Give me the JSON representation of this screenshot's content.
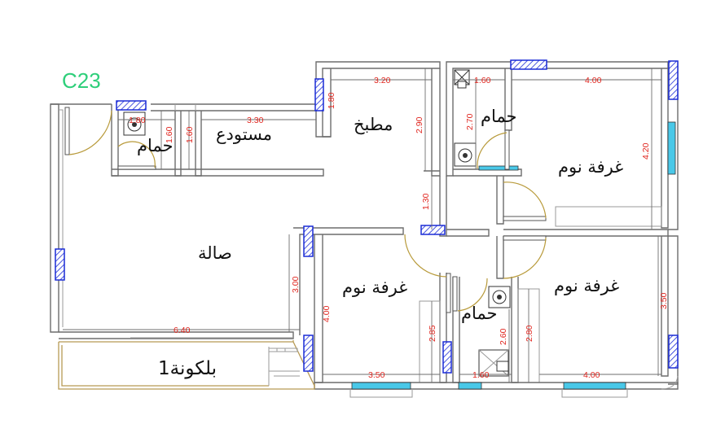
{
  "unit_code": "C23",
  "colors": {
    "unit_code": "#2ecf7a",
    "dimension_text": "#e0261f",
    "window_hatch": "#1a2bd6",
    "window_glass": "#49c8e8",
    "door_swing": "#b89a3a",
    "wall": "#6d6d6d"
  },
  "rooms": {
    "bathroom_west": "حمام",
    "storage": "مستودع",
    "kitchen": "مطبخ",
    "bathroom_north": "حمام",
    "bedroom_northeast": "غرفة نوم",
    "living": "صالة",
    "bedroom_middle": "غرفة نوم",
    "bathroom_south": "حمام",
    "bedroom_southeast": "غرفة نوم",
    "balcony": "بلكونة1"
  },
  "dimensions": {
    "bath_west_width": "1.80",
    "storage_width": "3.30",
    "bath_west_height": "1.60",
    "storage_height": "1.60",
    "kitchen_width": "3.20",
    "kitchen_height": "1.80",
    "kitchen_depth": "2.90",
    "bath_north_width": "1.60",
    "bath_north_height": "2.70",
    "bedroom_ne_width": "4.00",
    "bedroom_ne_height": "4.20",
    "corridor_width": "1.30",
    "living_width": "6.40",
    "living_height": "3.00",
    "bedroom_mid_height": "4.00",
    "bedroom_mid_width": "3.50",
    "wardrobe_mid_height": "2.85",
    "bath_south_height": "2.60",
    "bath_south_width": "1.60",
    "wardrobe_se_height": "2.80",
    "bedroom_se_width": "4.00",
    "bedroom_se_height": "3.50"
  }
}
